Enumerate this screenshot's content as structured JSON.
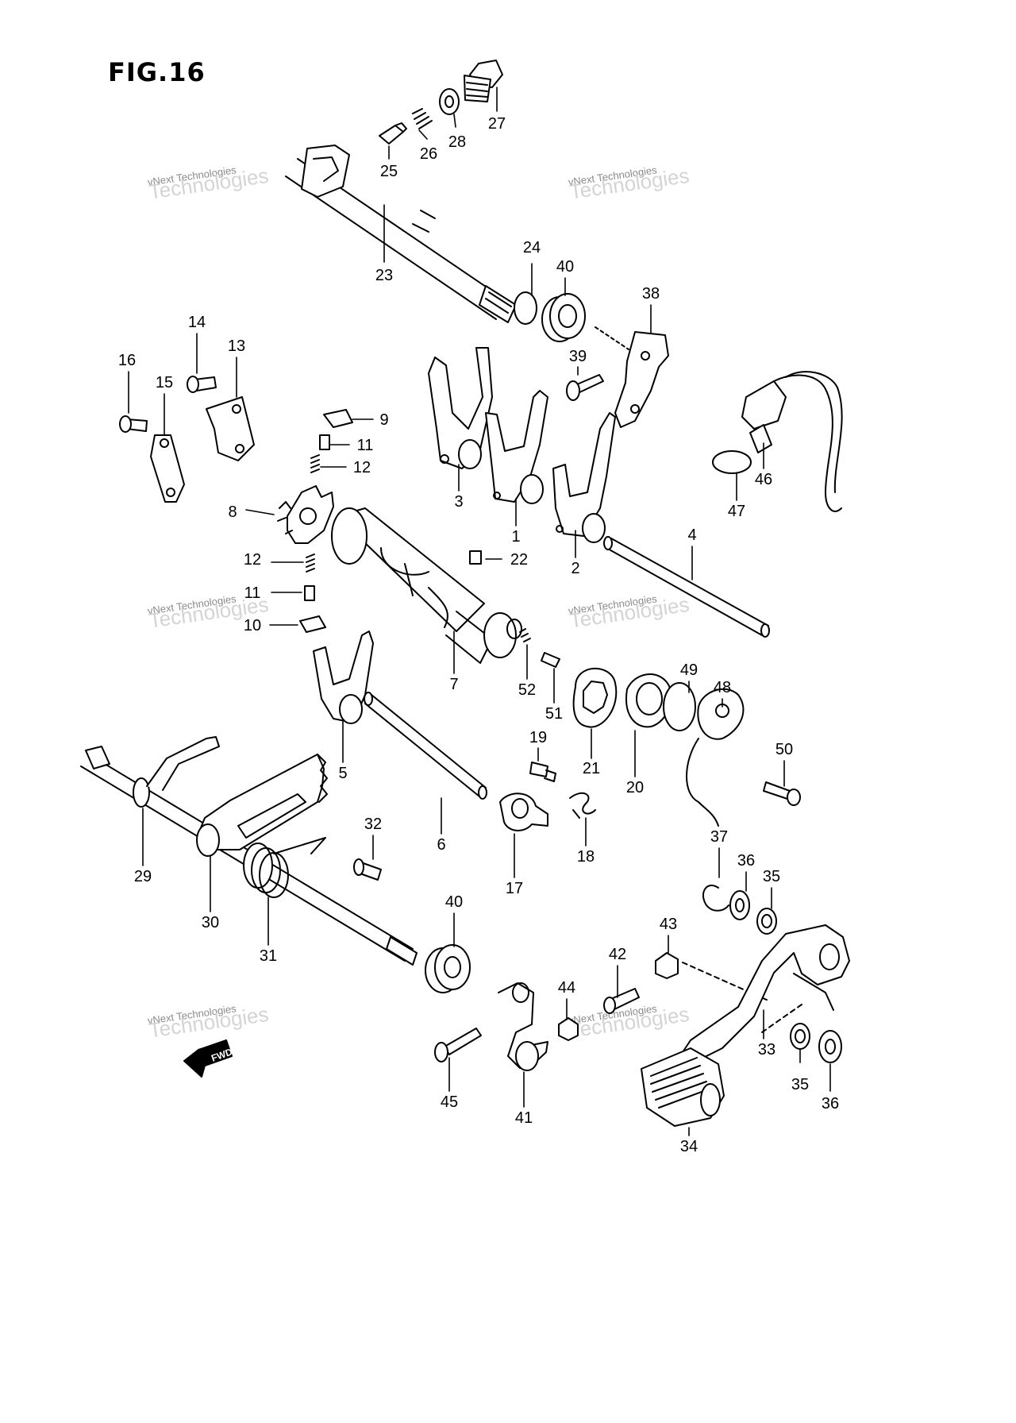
{
  "figure": {
    "title": "FIG.16"
  },
  "watermark": {
    "line1": "vNext Technologies",
    "line2": "Technologies",
    "line3": "vNext"
  },
  "badge": {
    "text": "FWD"
  },
  "parts": [
    {
      "id": "p27",
      "label": "27"
    },
    {
      "id": "p28",
      "label": "28"
    },
    {
      "id": "p26",
      "label": "26"
    },
    {
      "id": "p25",
      "label": "25"
    },
    {
      "id": "p23",
      "label": "23"
    },
    {
      "id": "p24",
      "label": "24"
    },
    {
      "id": "p40a",
      "label": "40"
    },
    {
      "id": "p38",
      "label": "38"
    },
    {
      "id": "p39",
      "label": "39"
    },
    {
      "id": "p14",
      "label": "14"
    },
    {
      "id": "p13",
      "label": "13"
    },
    {
      "id": "p16",
      "label": "16"
    },
    {
      "id": "p15",
      "label": "15"
    },
    {
      "id": "p9",
      "label": "9"
    },
    {
      "id": "p11a",
      "label": "11"
    },
    {
      "id": "p12a",
      "label": "12"
    },
    {
      "id": "p8",
      "label": "8"
    },
    {
      "id": "p3",
      "label": "3"
    },
    {
      "id": "p1",
      "label": "1"
    },
    {
      "id": "p2",
      "label": "2"
    },
    {
      "id": "p46",
      "label": "46"
    },
    {
      "id": "p47",
      "label": "47"
    },
    {
      "id": "p4",
      "label": "4"
    },
    {
      "id": "p12b",
      "label": "12"
    },
    {
      "id": "p22",
      "label": "22"
    },
    {
      "id": "p11b",
      "label": "11"
    },
    {
      "id": "p10",
      "label": "10"
    },
    {
      "id": "p7",
      "label": "7"
    },
    {
      "id": "p52",
      "label": "52"
    },
    {
      "id": "p51",
      "label": "51"
    },
    {
      "id": "p49",
      "label": "49"
    },
    {
      "id": "p48",
      "label": "48"
    },
    {
      "id": "p21",
      "label": "21"
    },
    {
      "id": "p20",
      "label": "20"
    },
    {
      "id": "p50",
      "label": "50"
    },
    {
      "id": "p19",
      "label": "19"
    },
    {
      "id": "p5",
      "label": "5"
    },
    {
      "id": "p6",
      "label": "6"
    },
    {
      "id": "p18",
      "label": "18"
    },
    {
      "id": "p17",
      "label": "17"
    },
    {
      "id": "p32",
      "label": "32"
    },
    {
      "id": "p29",
      "label": "29"
    },
    {
      "id": "p30",
      "label": "30"
    },
    {
      "id": "p31",
      "label": "31"
    },
    {
      "id": "p37",
      "label": "37"
    },
    {
      "id": "p36a",
      "label": "36"
    },
    {
      "id": "p35a",
      "label": "35"
    },
    {
      "id": "p40b",
      "label": "40"
    },
    {
      "id": "p43",
      "label": "43"
    },
    {
      "id": "p42",
      "label": "42"
    },
    {
      "id": "p44",
      "label": "44"
    },
    {
      "id": "p33",
      "label": "33"
    },
    {
      "id": "p45",
      "label": "45"
    },
    {
      "id": "p41",
      "label": "41"
    },
    {
      "id": "p35b",
      "label": "35"
    },
    {
      "id": "p36b",
      "label": "36"
    },
    {
      "id": "p34",
      "label": "34"
    }
  ]
}
